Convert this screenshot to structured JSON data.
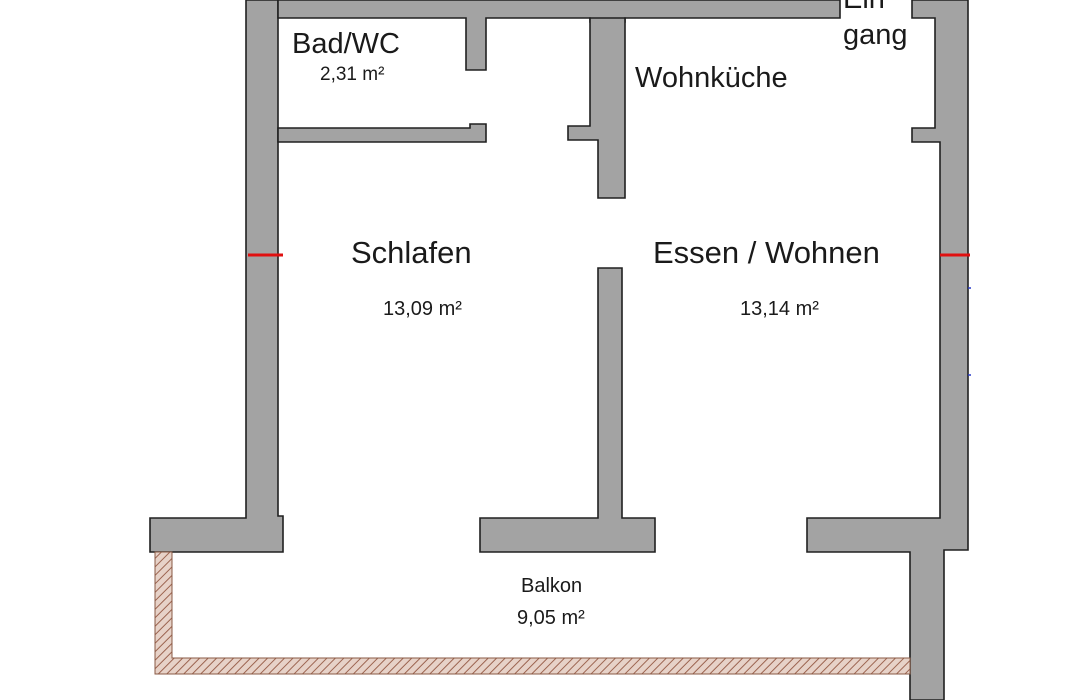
{
  "rooms": {
    "bathroom": {
      "name": "Bad/WC",
      "area": "2,31 m²"
    },
    "entrance": {
      "name_line1": "Ein",
      "name_line2": "gang"
    },
    "kitchen": {
      "name": "Wohnküche"
    },
    "bedroom": {
      "name": "Schlafen",
      "area": "13,09 m²"
    },
    "living": {
      "name": "Essen / Wohnen",
      "area": "13,14 m²"
    },
    "balcony": {
      "name": "Balkon",
      "area": "9,05 m²"
    }
  },
  "colors": {
    "wall_fill": "#a3a3a3",
    "wall_outline": "#202020",
    "balcony_railing": "#a07060",
    "window_marker": "#e01010"
  }
}
